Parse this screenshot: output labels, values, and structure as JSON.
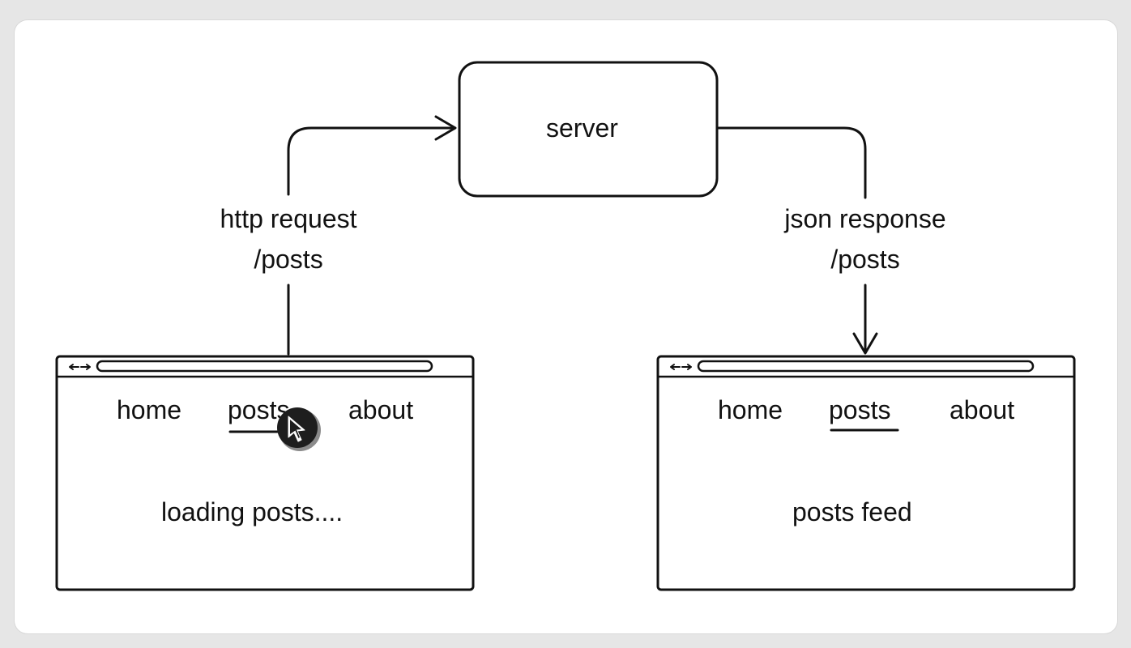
{
  "server": {
    "label": "server"
  },
  "request": {
    "line1": "http request",
    "line2": "/posts"
  },
  "response": {
    "line1": "json response",
    "line2": "/posts"
  },
  "left_browser": {
    "nav": [
      "home",
      "posts",
      "about"
    ],
    "active": "posts",
    "content": "loading posts...."
  },
  "right_browser": {
    "nav": [
      "home",
      "posts",
      "about"
    ],
    "active": "posts",
    "content": "posts feed"
  },
  "colors": {
    "stroke": "#111111",
    "background": "#ffffff",
    "frame": "#e6e6e6",
    "cursor": "#1e1e1e"
  }
}
